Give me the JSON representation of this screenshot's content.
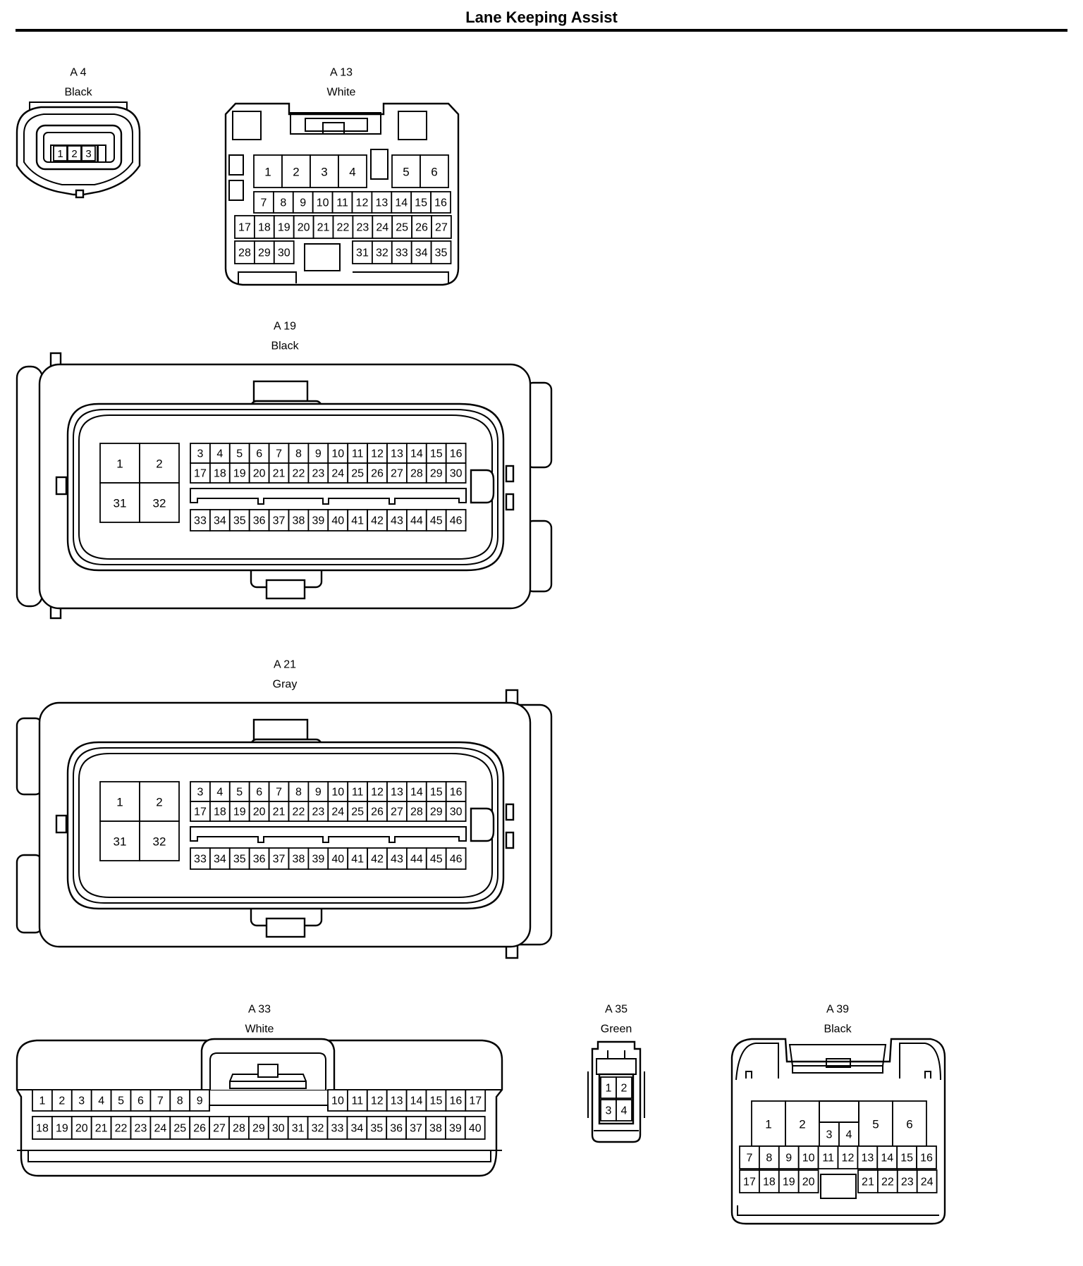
{
  "page": {
    "title": "Lane Keeping Assist"
  },
  "connectors": [
    {
      "id": "A 4",
      "color": "Black",
      "pins": [
        "1",
        "2",
        "3"
      ]
    },
    {
      "id": "A 13",
      "color": "White",
      "pins": [
        "1",
        "2",
        "3",
        "4",
        "5",
        "6",
        "7",
        "8",
        "9",
        "10",
        "11",
        "12",
        "13",
        "14",
        "15",
        "16",
        "17",
        "18",
        "19",
        "20",
        "21",
        "22",
        "23",
        "24",
        "25",
        "26",
        "27",
        "28",
        "29",
        "30",
        "31",
        "32",
        "33",
        "34",
        "35"
      ]
    },
    {
      "id": "A 19",
      "color": "Black",
      "pins": [
        "1",
        "2",
        "3",
        "4",
        "5",
        "6",
        "7",
        "8",
        "9",
        "10",
        "11",
        "12",
        "13",
        "14",
        "15",
        "16",
        "17",
        "18",
        "19",
        "20",
        "21",
        "22",
        "23",
        "24",
        "25",
        "26",
        "27",
        "28",
        "29",
        "30",
        "31",
        "32",
        "33",
        "34",
        "35",
        "36",
        "37",
        "38",
        "39",
        "40",
        "41",
        "42",
        "43",
        "44",
        "45",
        "46"
      ]
    },
    {
      "id": "A 21",
      "color": "Gray",
      "pins": [
        "1",
        "2",
        "3",
        "4",
        "5",
        "6",
        "7",
        "8",
        "9",
        "10",
        "11",
        "12",
        "13",
        "14",
        "15",
        "16",
        "17",
        "18",
        "19",
        "20",
        "21",
        "22",
        "23",
        "24",
        "25",
        "26",
        "27",
        "28",
        "29",
        "30",
        "31",
        "32",
        "33",
        "34",
        "35",
        "36",
        "37",
        "38",
        "39",
        "40",
        "41",
        "42",
        "43",
        "44",
        "45",
        "46"
      ]
    },
    {
      "id": "A 33",
      "color": "White",
      "pins": [
        "1",
        "2",
        "3",
        "4",
        "5",
        "6",
        "7",
        "8",
        "9",
        "10",
        "11",
        "12",
        "13",
        "14",
        "15",
        "16",
        "17",
        "18",
        "19",
        "20",
        "21",
        "22",
        "23",
        "24",
        "25",
        "26",
        "27",
        "28",
        "29",
        "30",
        "31",
        "32",
        "33",
        "34",
        "35",
        "36",
        "37",
        "38",
        "39",
        "40"
      ]
    },
    {
      "id": "A 35",
      "color": "Green",
      "pins": [
        "1",
        "2",
        "3",
        "4"
      ]
    },
    {
      "id": "A 39",
      "color": "Black",
      "pins": [
        "1",
        "2",
        "3",
        "4",
        "5",
        "6",
        "7",
        "8",
        "9",
        "10",
        "11",
        "12",
        "13",
        "14",
        "15",
        "16",
        "17",
        "18",
        "19",
        "20",
        "21",
        "22",
        "23",
        "24"
      ]
    }
  ]
}
